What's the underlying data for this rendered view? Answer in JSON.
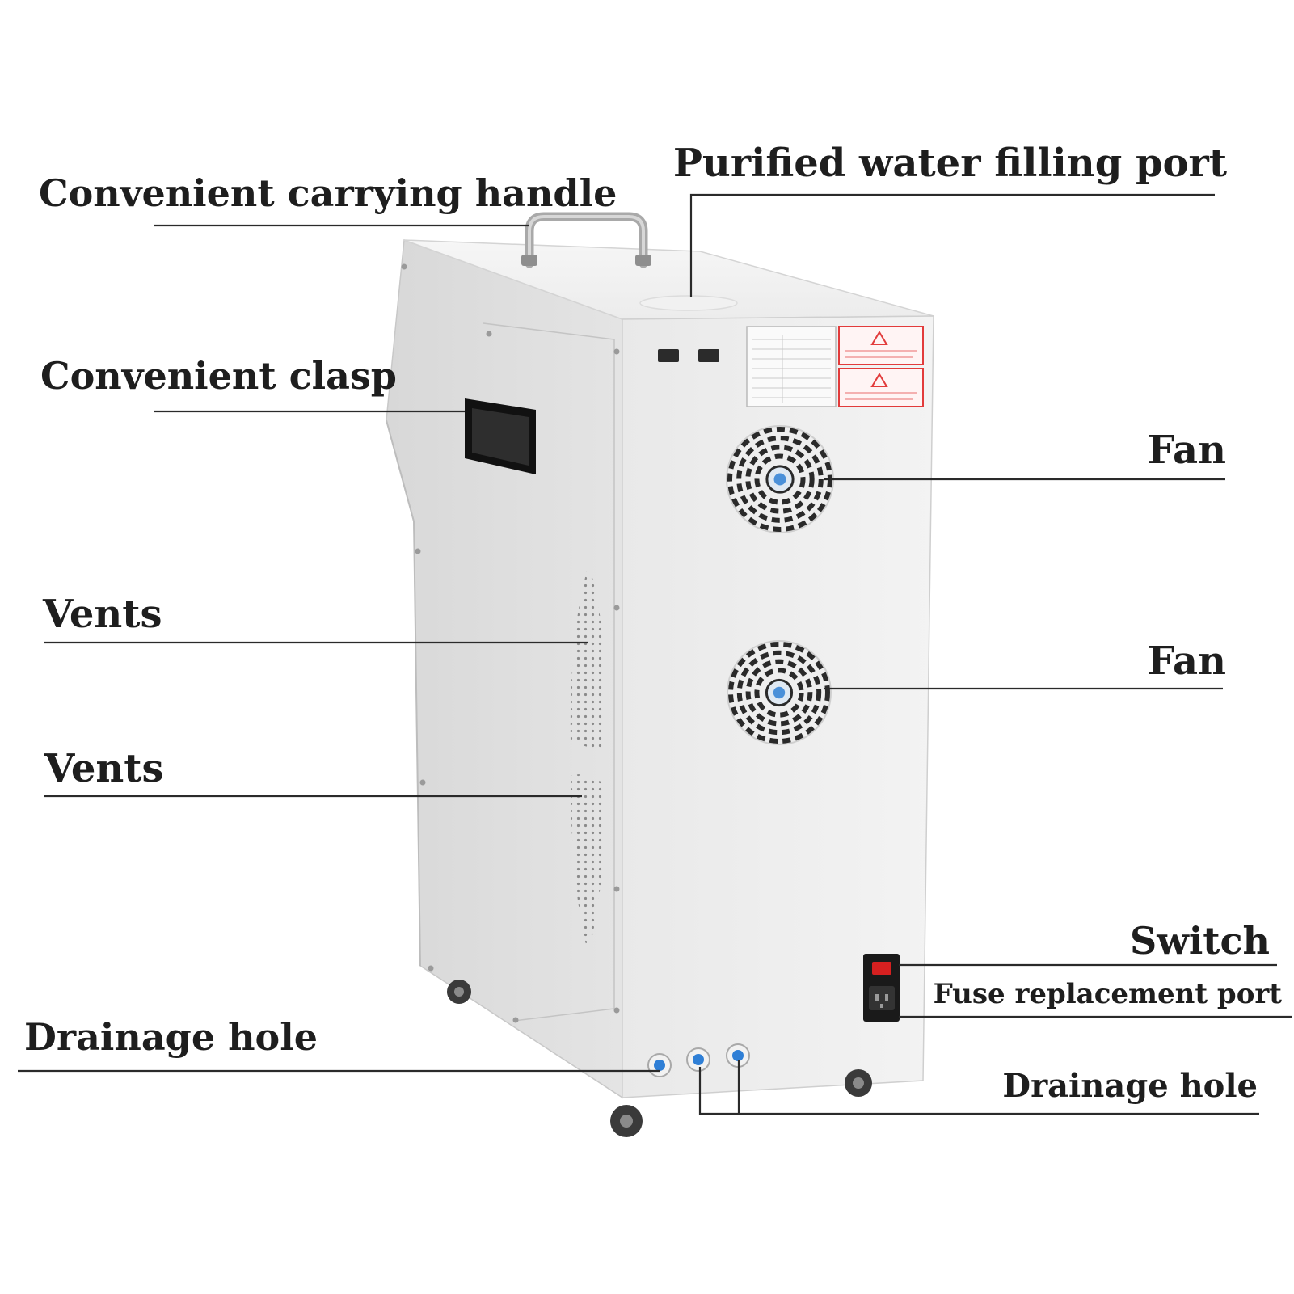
{
  "labels": {
    "carrying_handle": "Convenient carrying handle",
    "filling_port": "Purified water filling port",
    "clasp": "Convenient clasp",
    "fan_top": "Fan",
    "vents_top": "Vents",
    "fan_bottom": "Fan",
    "vents_bottom": "Vents",
    "switch": "Switch",
    "fuse_port": "Fuse replacement port",
    "drainage_left": "Drainage hole",
    "drainage_right": "Drainage hole"
  },
  "icons": [
    "handle-icon",
    "fan-icon",
    "vent-grille-icon",
    "power-switch-icon",
    "power-socket-icon",
    "drain-fitting-icon",
    "caster-wheel-icon"
  ],
  "colors": {
    "label_text": "#1e1e1e",
    "leader_line": "#2a2a2a",
    "cabinet_body": "#e8e8e8",
    "warning_red": "#e23b3b",
    "switch_red": "#d62020",
    "fitting_blue": "#2f7fd6"
  }
}
